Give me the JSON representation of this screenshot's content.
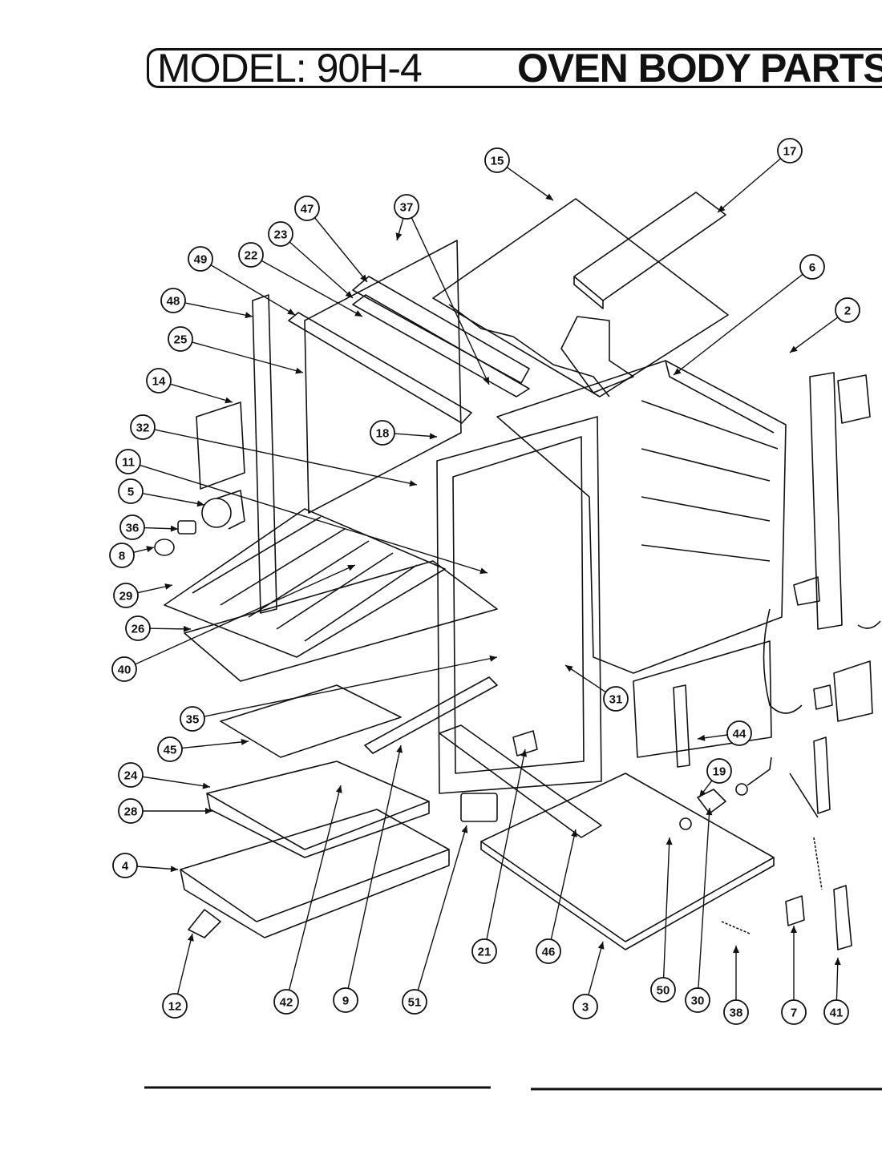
{
  "header": {
    "model_label": "MODEL: 90H-4",
    "section_title": "OVEN BODY PARTS"
  },
  "callouts": [
    {
      "label": "15"
    },
    {
      "label": "17"
    },
    {
      "label": "47"
    },
    {
      "label": "37"
    },
    {
      "label": "23"
    },
    {
      "label": "22"
    },
    {
      "label": "49"
    },
    {
      "label": "6"
    },
    {
      "label": "48"
    },
    {
      "label": "2"
    },
    {
      "label": "25"
    },
    {
      "label": "14"
    },
    {
      "label": "18"
    },
    {
      "label": "32"
    },
    {
      "label": "11"
    },
    {
      "label": "5"
    },
    {
      "label": "36"
    },
    {
      "label": "8"
    },
    {
      "label": "29"
    },
    {
      "label": "26"
    },
    {
      "label": "40"
    },
    {
      "label": "31"
    },
    {
      "label": "35"
    },
    {
      "label": "44"
    },
    {
      "label": "45"
    },
    {
      "label": "24"
    },
    {
      "label": "19"
    },
    {
      "label": "28"
    },
    {
      "label": "4"
    },
    {
      "label": "12"
    },
    {
      "label": "42"
    },
    {
      "label": "9"
    },
    {
      "label": "51"
    },
    {
      "label": "21"
    },
    {
      "label": "46"
    },
    {
      "label": "3"
    },
    {
      "label": "50"
    },
    {
      "label": "30"
    },
    {
      "label": "38"
    },
    {
      "label": "7"
    },
    {
      "label": "41"
    }
  ],
  "colors": {
    "ink": "#111111",
    "paper": "#ffffff"
  }
}
